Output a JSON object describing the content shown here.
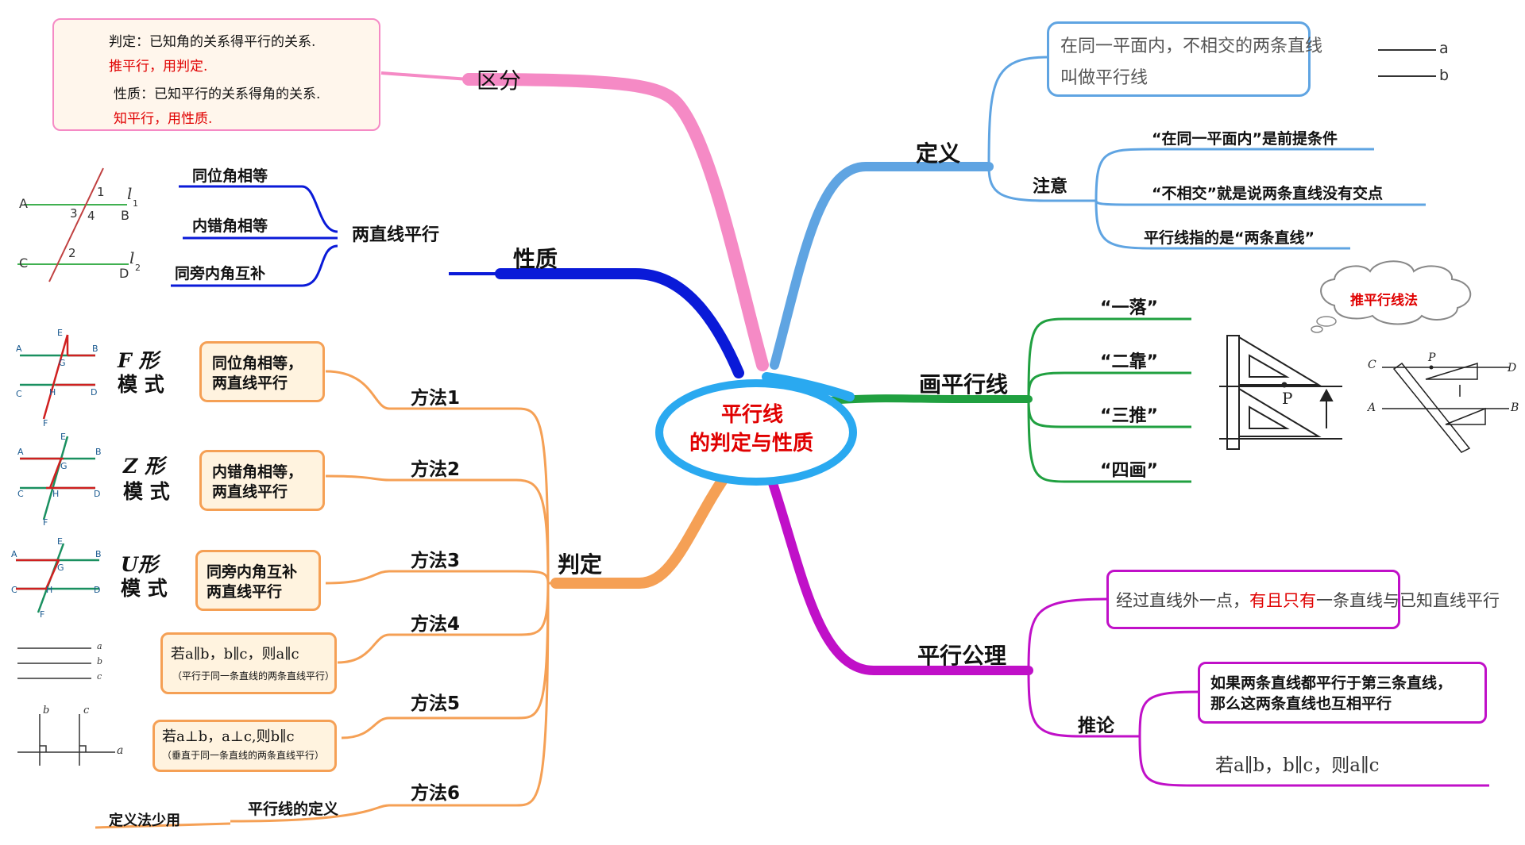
{
  "center": {
    "line1": "平行线",
    "line2": "的判定与性质"
  },
  "qufen": {
    "label": "区分",
    "judge_line": "判定：已知角的关系得平行的关系.",
    "judge_red": "推平行，用判定.",
    "prop_line": "性质：已知平行的关系得角的关系.",
    "prop_red": "知平行，用性质."
  },
  "xingzhi": {
    "label": "性质",
    "sub": "两直线平行",
    "items": [
      "同位角相等",
      "内错角相等",
      "同旁内角互补"
    ],
    "diagram": {
      "A": "A",
      "B": "B",
      "C": "C",
      "D": "D",
      "n1": "1",
      "n2": "2",
      "n3": "3",
      "n4": "4",
      "l1": "l",
      "l1s": "1",
      "l2": "l",
      "l2s": "2"
    }
  },
  "panding": {
    "label": "判定",
    "methods": [
      "方法1",
      "方法2",
      "方法3",
      "方法4",
      "方法5",
      "方法6"
    ],
    "box1": [
      "同位角相等，",
      "两直线平行"
    ],
    "box2": [
      "内错角相等，",
      "两直线平行"
    ],
    "box3": [
      "同旁内角互补",
      "两直线平行"
    ],
    "box4_main": "若a∥b，b∥c，则a∥c",
    "box4_sub": "（平行于同一条直线的两条直线平行）",
    "box5_main": "若a⊥b，a⊥c,则b∥c",
    "box5_sub": "（垂直于同一条直线的两条直线平行）",
    "method6_label": "平行线的定义",
    "method6_note": "定义法少用",
    "f_mode": [
      "F 形",
      "模 式"
    ],
    "z_mode": [
      "Z 形",
      "模 式"
    ],
    "u_mode": [
      "U形",
      "模 式"
    ],
    "mini": {
      "A": "A",
      "B": "B",
      "C": "C",
      "D": "D",
      "E": "E",
      "F": "F",
      "G": "G",
      "H": "H"
    },
    "lines_abc": {
      "a": "a",
      "b": "b",
      "c": "c"
    }
  },
  "dingyi": {
    "label": "定义",
    "box": [
      "在同一平面内，不相交的两条直线",
      "叫做平行线"
    ],
    "line_a": "a",
    "line_b": "b",
    "note_label": "注意",
    "notes": [
      "“在同一平面内”是前提条件",
      "“不相交”就是说两条直线没有交点",
      "平行线指的是“两条直线”"
    ]
  },
  "hua": {
    "label": "画平行线",
    "steps": [
      "“一落”",
      "“二靠”",
      "“三推”",
      "“四画”"
    ],
    "cloud": "推平行线法",
    "p_label": "P",
    "fig2": {
      "C": "C",
      "P": "P",
      "D": "D",
      "A": "A",
      "B": "B"
    }
  },
  "gongli": {
    "label": "平行公理",
    "box_before": "经过直线外一点，",
    "box_red": "有且只有",
    "box_after": "一条直线与已知直线平行",
    "tuilun_label": "推论",
    "tuilun_box": [
      "如果两条直线都平行于第三条直线，",
      "那么这两条直线也互相平行"
    ],
    "formula": "若a∥b，b∥c，则a∥c"
  },
  "colors": {
    "pink": "#f58ac5",
    "blue_dark": "#0a1ad8",
    "orange": "#f5a055",
    "light_blue": "#5fa4e2",
    "green": "#20a040",
    "purple": "#c010c8",
    "center_ring": "#2aa9f0",
    "center_text": "#e00000"
  }
}
